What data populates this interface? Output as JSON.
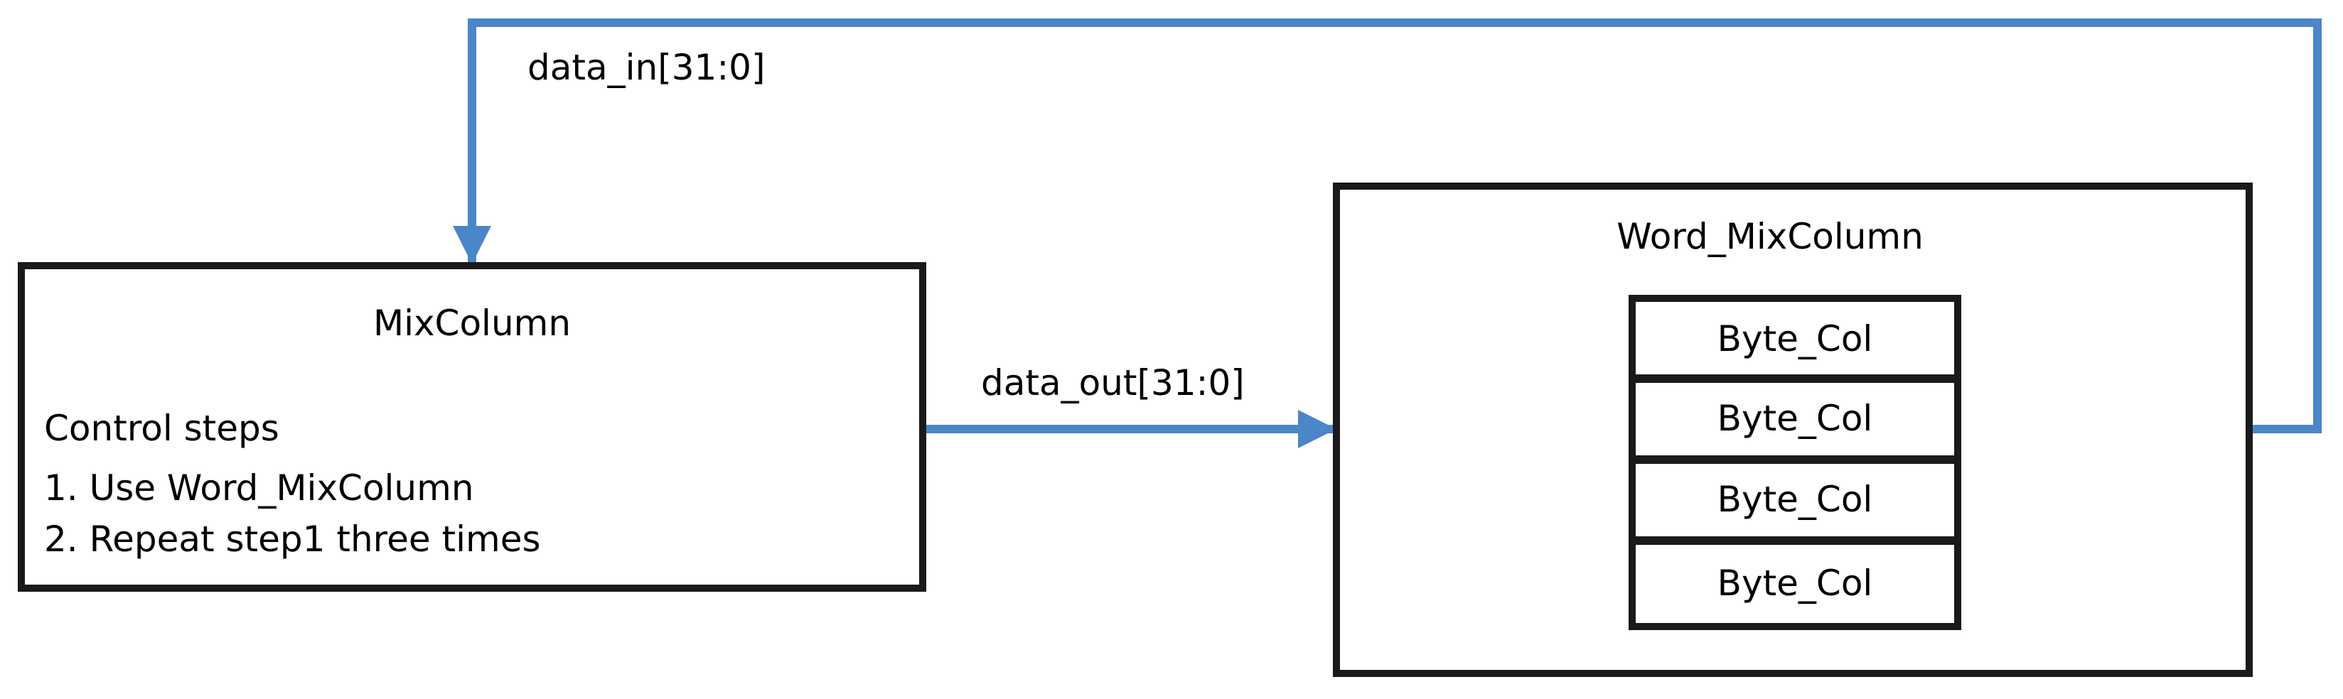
{
  "colors": {
    "wire": "#4a86c8",
    "box_stroke": "#1a1a1a",
    "text": "#000000",
    "background": "#ffffff"
  },
  "signals": {
    "data_in": "data_in[31:0]",
    "data_out": "data_out[31:0]"
  },
  "mixcolumn": {
    "title": "MixColumn",
    "steps": [
      "Control steps",
      "1. Use Word_MixColumn",
      "2. Repeat step1 three times"
    ]
  },
  "word_mixcolumn": {
    "title": "Word_MixColumn",
    "byte_cols": [
      "Byte_Col",
      "Byte_Col",
      "Byte_Col",
      "Byte_Col"
    ]
  }
}
